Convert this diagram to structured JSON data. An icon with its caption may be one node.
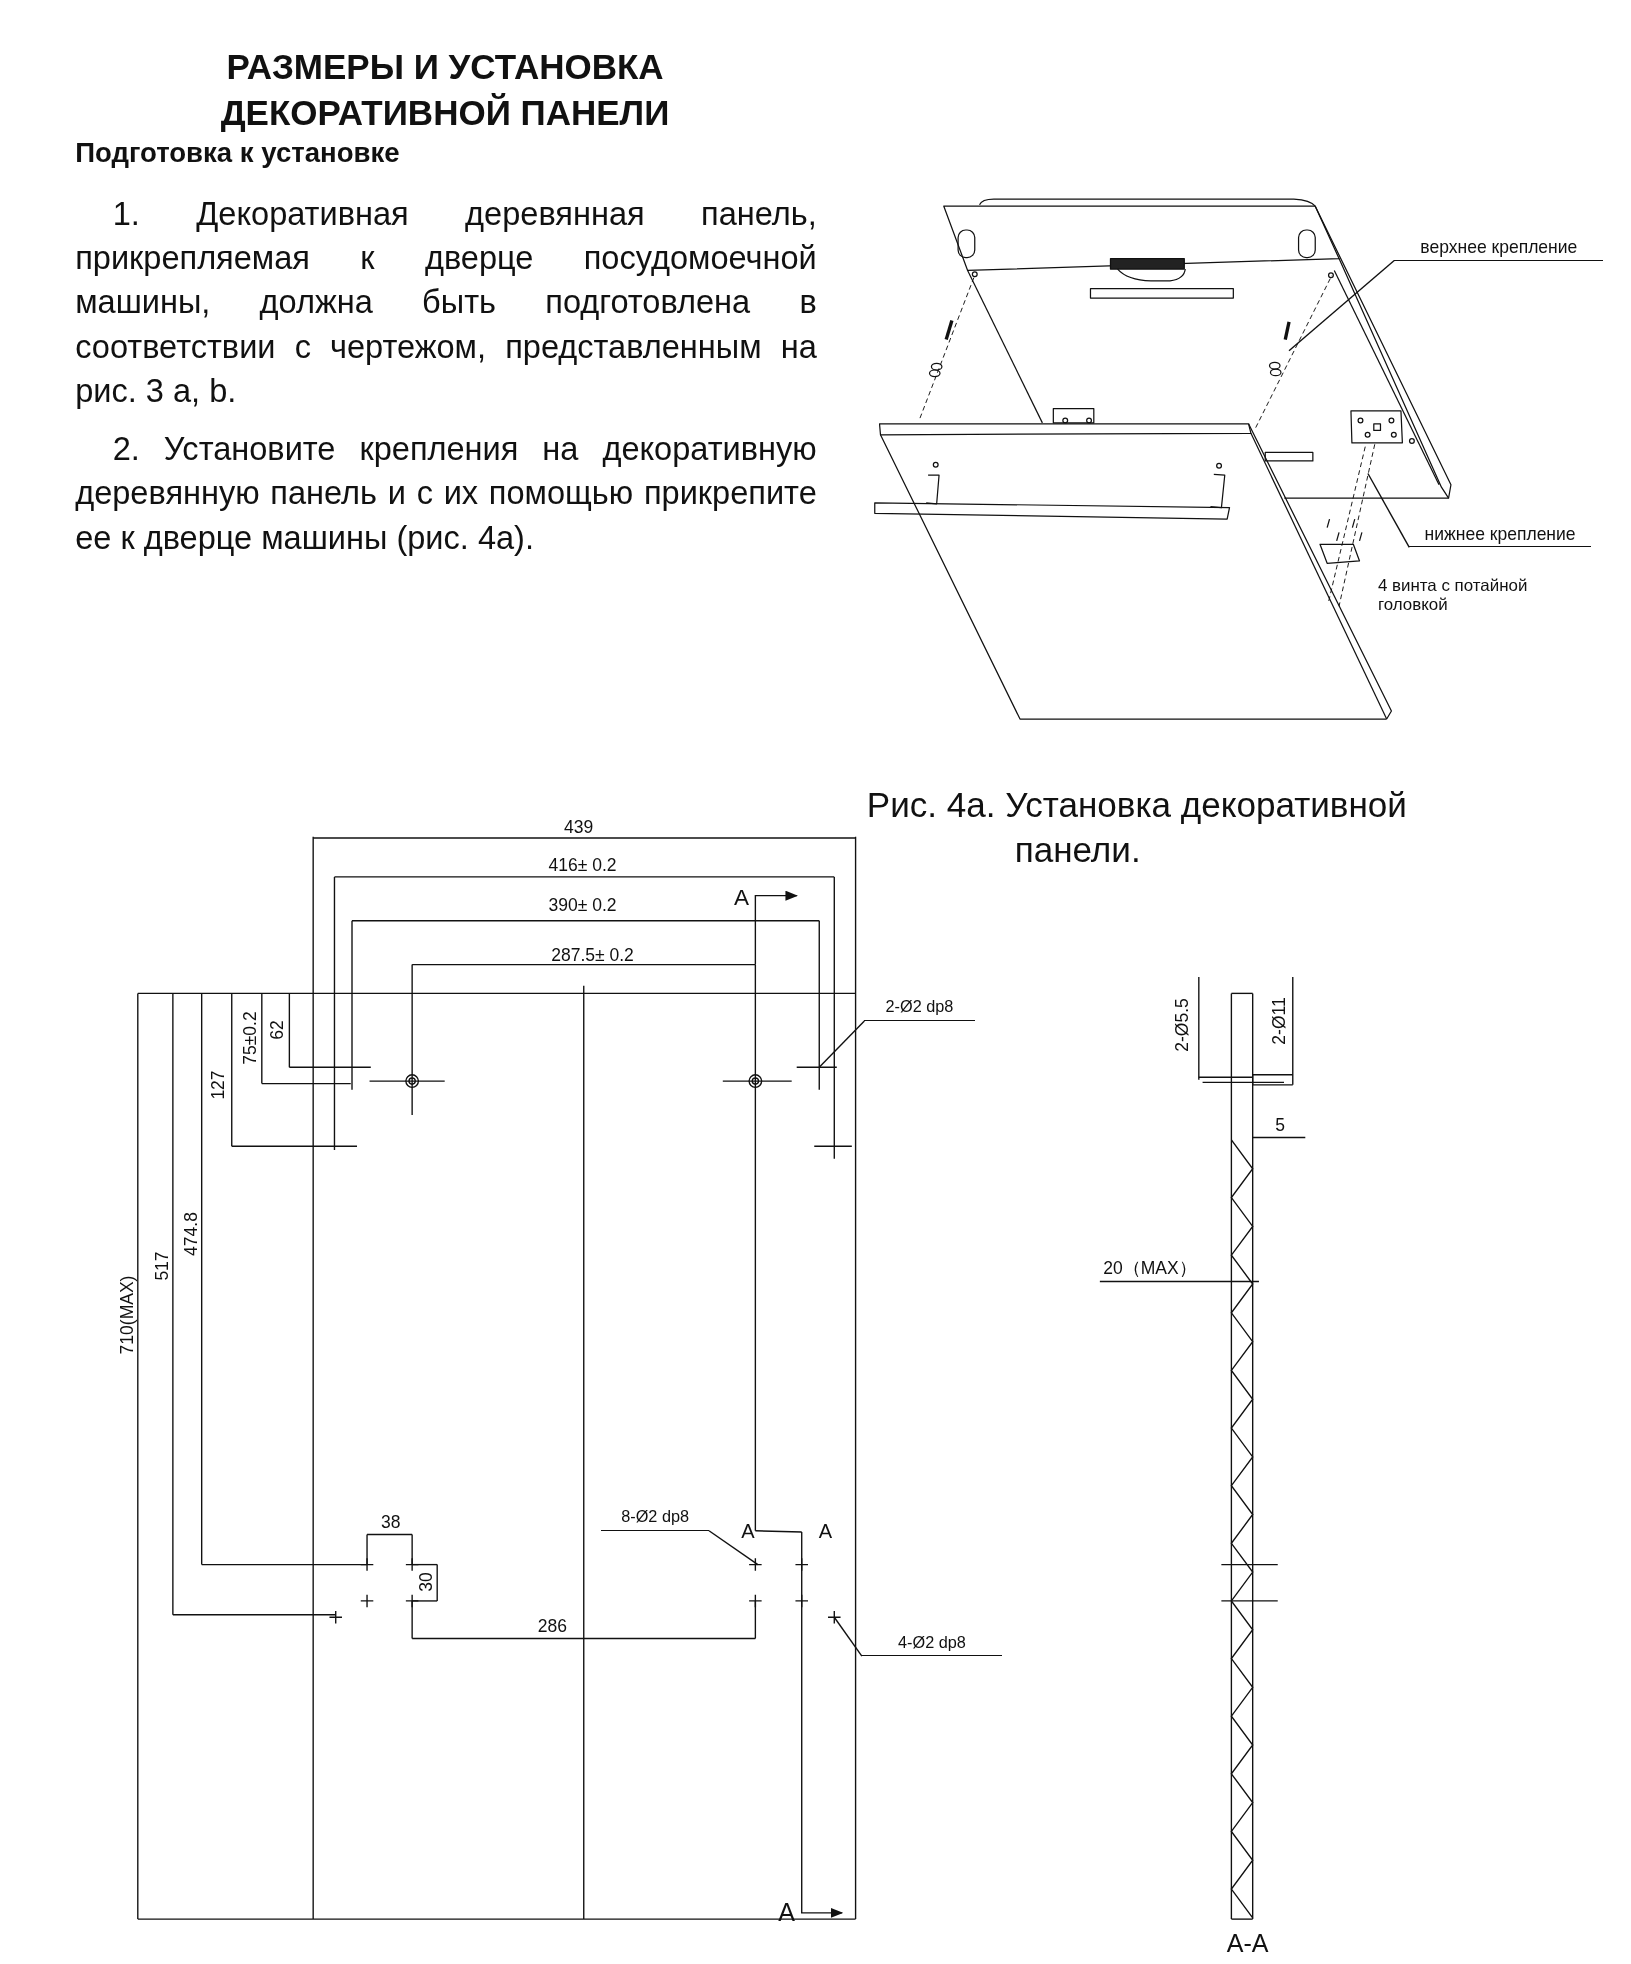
{
  "diagram": {
    "title": "РАЗМЕРЫ И УСТАНОВКА ДЕКОРАТИВНОЙ ПАНЕЛИ",
    "caption": "Рис. 4а. Установка декоративной панели.",
    "nodes": [
      {
        "text": [
          "верхнее крепление"
        ]
      },
      {
        "text": [
          "нижнее крепление"
        ]
      },
      {
        "text": [
          "2-Ø2 dp8"
        ]
      },
      {
        "text": [
          "8-Ø2 dp8"
        ]
      },
      {
        "text": [
          "4-Ø2 dp8"
        ]
      }
    ],
    "edges": [
      {
        "from": 0,
        "to": null,
        "arrow": "none"
      },
      {
        "from": 1,
        "to": null,
        "arrow": "none"
      },
      {
        "from": 2,
        "to": null,
        "arrow": "none"
      },
      {
        "from": 3,
        "to": null,
        "arrow": "none"
      },
      {
        "from": 4,
        "to": null,
        "arrow": "none"
      }
    ],
    "labels": [
      "Подготовка к установке",
      "1. Декоративная деревянная панель, прикрепляемая к дверце посудомоечной машины, должна быть подготовлена в соответствии с чертежом, представленным на рис. 3 a, b.",
      "2. Установите крепления на декоративную деревянную панель и с их помощью прикрепите ее к дверце машины (рис. 4а).",
      "4 винта с потайной головкой",
      "439",
      "416± 0.2",
      "A",
      "390± 0.2",
      "287.5± 0.2",
      "62",
      "75±0.2",
      "127",
      "2-Ø5.5",
      "2-Ø11",
      "5",
      "474.8",
      "517",
      "710(MAX)",
      "20（MAX）",
      "38",
      "A",
      "A",
      "30",
      "286",
      "A",
      "A-A"
    ]
  }
}
